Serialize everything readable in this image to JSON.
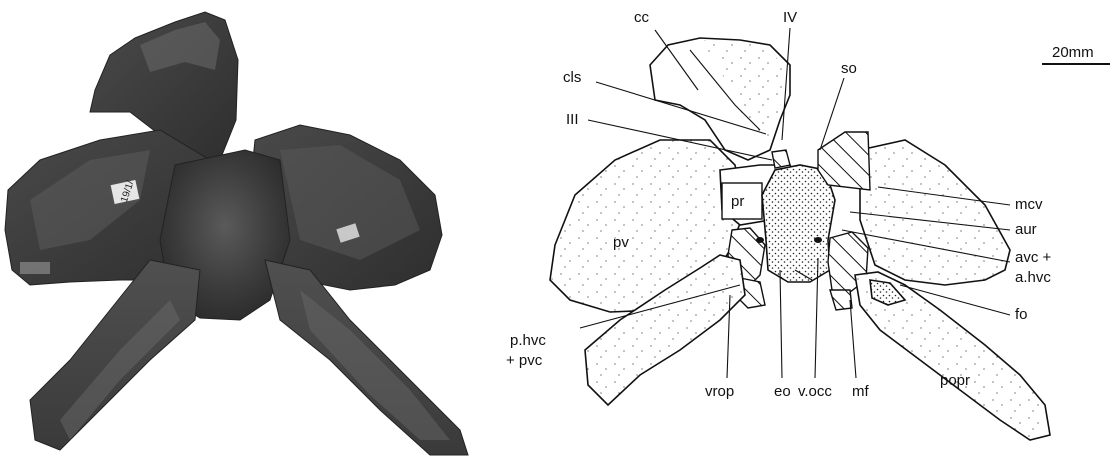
{
  "labels": {
    "cc": "cc",
    "iv": "IV",
    "so": "so",
    "cls": "cls",
    "iii": "III",
    "pr": "pr",
    "pv": "pv",
    "mcv": "mcv",
    "aur": "aur",
    "avc": "avc +",
    "ahvc": "a.hvc",
    "fo": "fo",
    "phvc": "p.hvc",
    "pvc": "+ pvc",
    "vrop": "vrop",
    "eo": "eo",
    "vocc": "v.occ",
    "mf": "mf",
    "popr": "popr"
  },
  "scale_bar": {
    "label": "20mm"
  },
  "specimen_tag": "19/1/",
  "colors": {
    "ink": "#111111",
    "photo_dark": "#3a3a3a",
    "photo_mid": "#6e6e6e",
    "photo_light": "#a8a8a8"
  }
}
